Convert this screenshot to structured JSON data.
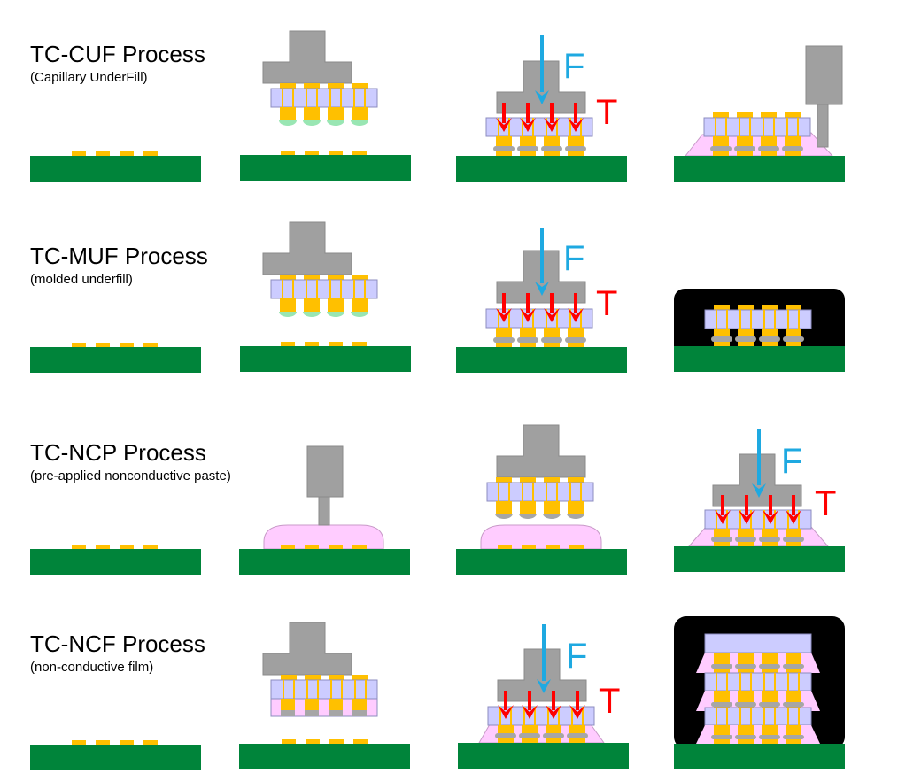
{
  "colors": {
    "substrate": "#00843a",
    "pad": "#ffc000",
    "die": "#ccccff",
    "die_border": "#8c8cbf",
    "tool": "#a0a0a0",
    "tool_border": "#8a8a8a",
    "solder_cap": "#99e6b3",
    "solder": "#a6a6a6",
    "underfill": "#ffccff",
    "underfill_border": "#c89ac8",
    "mold": "#000000",
    "force_arrow": "#1ea9e1",
    "temp_arrow": "#ff0000"
  },
  "labels": {
    "force": "F",
    "temperature": "T"
  },
  "processes": [
    {
      "title": "TC-CUF Process",
      "subtitle": "(Capillary UnderFill)",
      "steps": [
        "substrate",
        "align-die-over-substrate",
        "thermo-compression-bond",
        "capillary-underfill-dispense"
      ]
    },
    {
      "title": "TC-MUF Process",
      "subtitle": "(molded underfill)",
      "steps": [
        "substrate",
        "align-die-over-substrate",
        "thermo-compression-bond",
        "mold-encapsulation"
      ]
    },
    {
      "title": "TC-NCP Process",
      "subtitle": "(pre-applied nonconductive paste)",
      "steps": [
        "substrate",
        "dispense-paste",
        "align-die-over-paste",
        "thermo-compression-bond"
      ]
    },
    {
      "title": "TC-NCF Process",
      "subtitle": "(non-conductive film)",
      "steps": [
        "substrate",
        "align-die-with-film",
        "thermo-compression-bond",
        "stacked-dies-molded"
      ]
    }
  ]
}
